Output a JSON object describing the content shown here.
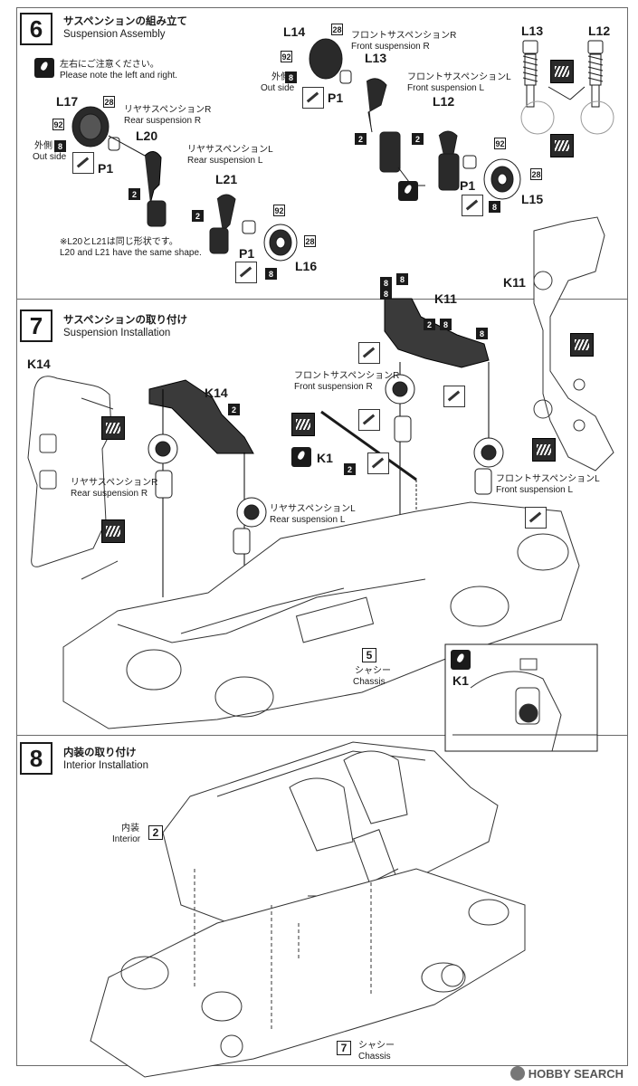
{
  "step6": {
    "number": "6",
    "title_ja": "サスペンションの組み立て",
    "title_en": "Suspension Assembly",
    "note_ja": "左右にご注意ください。",
    "note_en": "Please note the left and right.",
    "front_r_ja": "フロントサスペンションR",
    "front_r_en": "Front suspension R",
    "front_l_ja": "フロントサスペンションL",
    "front_l_en": "Front suspension L",
    "rear_r_ja": "リヤサスペンションR",
    "rear_r_en": "Rear suspension R",
    "rear_l_ja": "リヤサスペンションL",
    "rear_l_en": "Rear suspension L",
    "outside_ja": "外側",
    "outside_en": "Out side",
    "outside_ja_2": "外側",
    "outside_en_2": "Out side",
    "same_shape_ja": "※L20とL21は同じ形状です。",
    "same_shape_en": "L20 and L21 have the same shape.",
    "parts": {
      "l14": "L14",
      "l13": "L13",
      "l12": "L12",
      "l17": "L17",
      "l20": "L20",
      "l21": "L21",
      "l15": "L15",
      "l16": "L16",
      "p1a": "P1",
      "p1b": "P1",
      "p1c": "P1",
      "p1d": "P1",
      "l13_top": "L13",
      "l12_top": "L12"
    },
    "nums": {
      "n28": "28",
      "n92": "92",
      "n8": "8",
      "n2": "2"
    }
  },
  "step7": {
    "number": "7",
    "title_ja": "サスペンションの取り付け",
    "title_en": "Suspension Installation",
    "k14_left": "K14",
    "k14": "K14",
    "k11": "K11",
    "k11_right": "K11",
    "k1": "K1",
    "k1_inset": "K1",
    "front_r_ja": "フロントサスペンションR",
    "front_r_en": "Front suspension R",
    "front_l_ja": "フロントサスペンションL",
    "front_l_en": "Front suspension L",
    "rear_r_ja": "リヤサスペンションR",
    "rear_r_en": "Rear suspension R",
    "rear_l_ja": "リヤサスペンションL",
    "rear_l_en": "Rear suspension L",
    "chassis_box": "5",
    "chassis_ja": "シャシー",
    "chassis_en": "Chassis"
  },
  "step8": {
    "number": "8",
    "title_ja": "内装の取り付け",
    "title_en": "Interior Installation",
    "interior_ja": "内装",
    "interior_en": "Interior",
    "interior_box": "2",
    "chassis_box": "7",
    "chassis_ja": "シャシー",
    "chassis_en": "Chassis"
  },
  "watermark": "HOBBY SEARCH",
  "colors": {
    "line": "#1a1a1a",
    "frame": "#6a6a6a",
    "fill": "#2a2a2a"
  }
}
